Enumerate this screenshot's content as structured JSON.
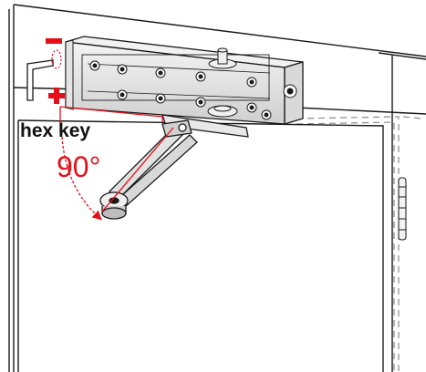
{
  "labels": {
    "minus": "−",
    "plus": "+",
    "hex_key": "hex key",
    "angle": "90°"
  },
  "colors": {
    "line": "#1a1a1a",
    "body": "#e8e8e8",
    "accent": "#e3101a",
    "background": "#ffffff",
    "dashed": "#8a8a8a"
  },
  "icons": {
    "minus_marker": "minus-sign",
    "plus_marker": "plus-sign",
    "rotation": "rotation-arrow-icon"
  }
}
